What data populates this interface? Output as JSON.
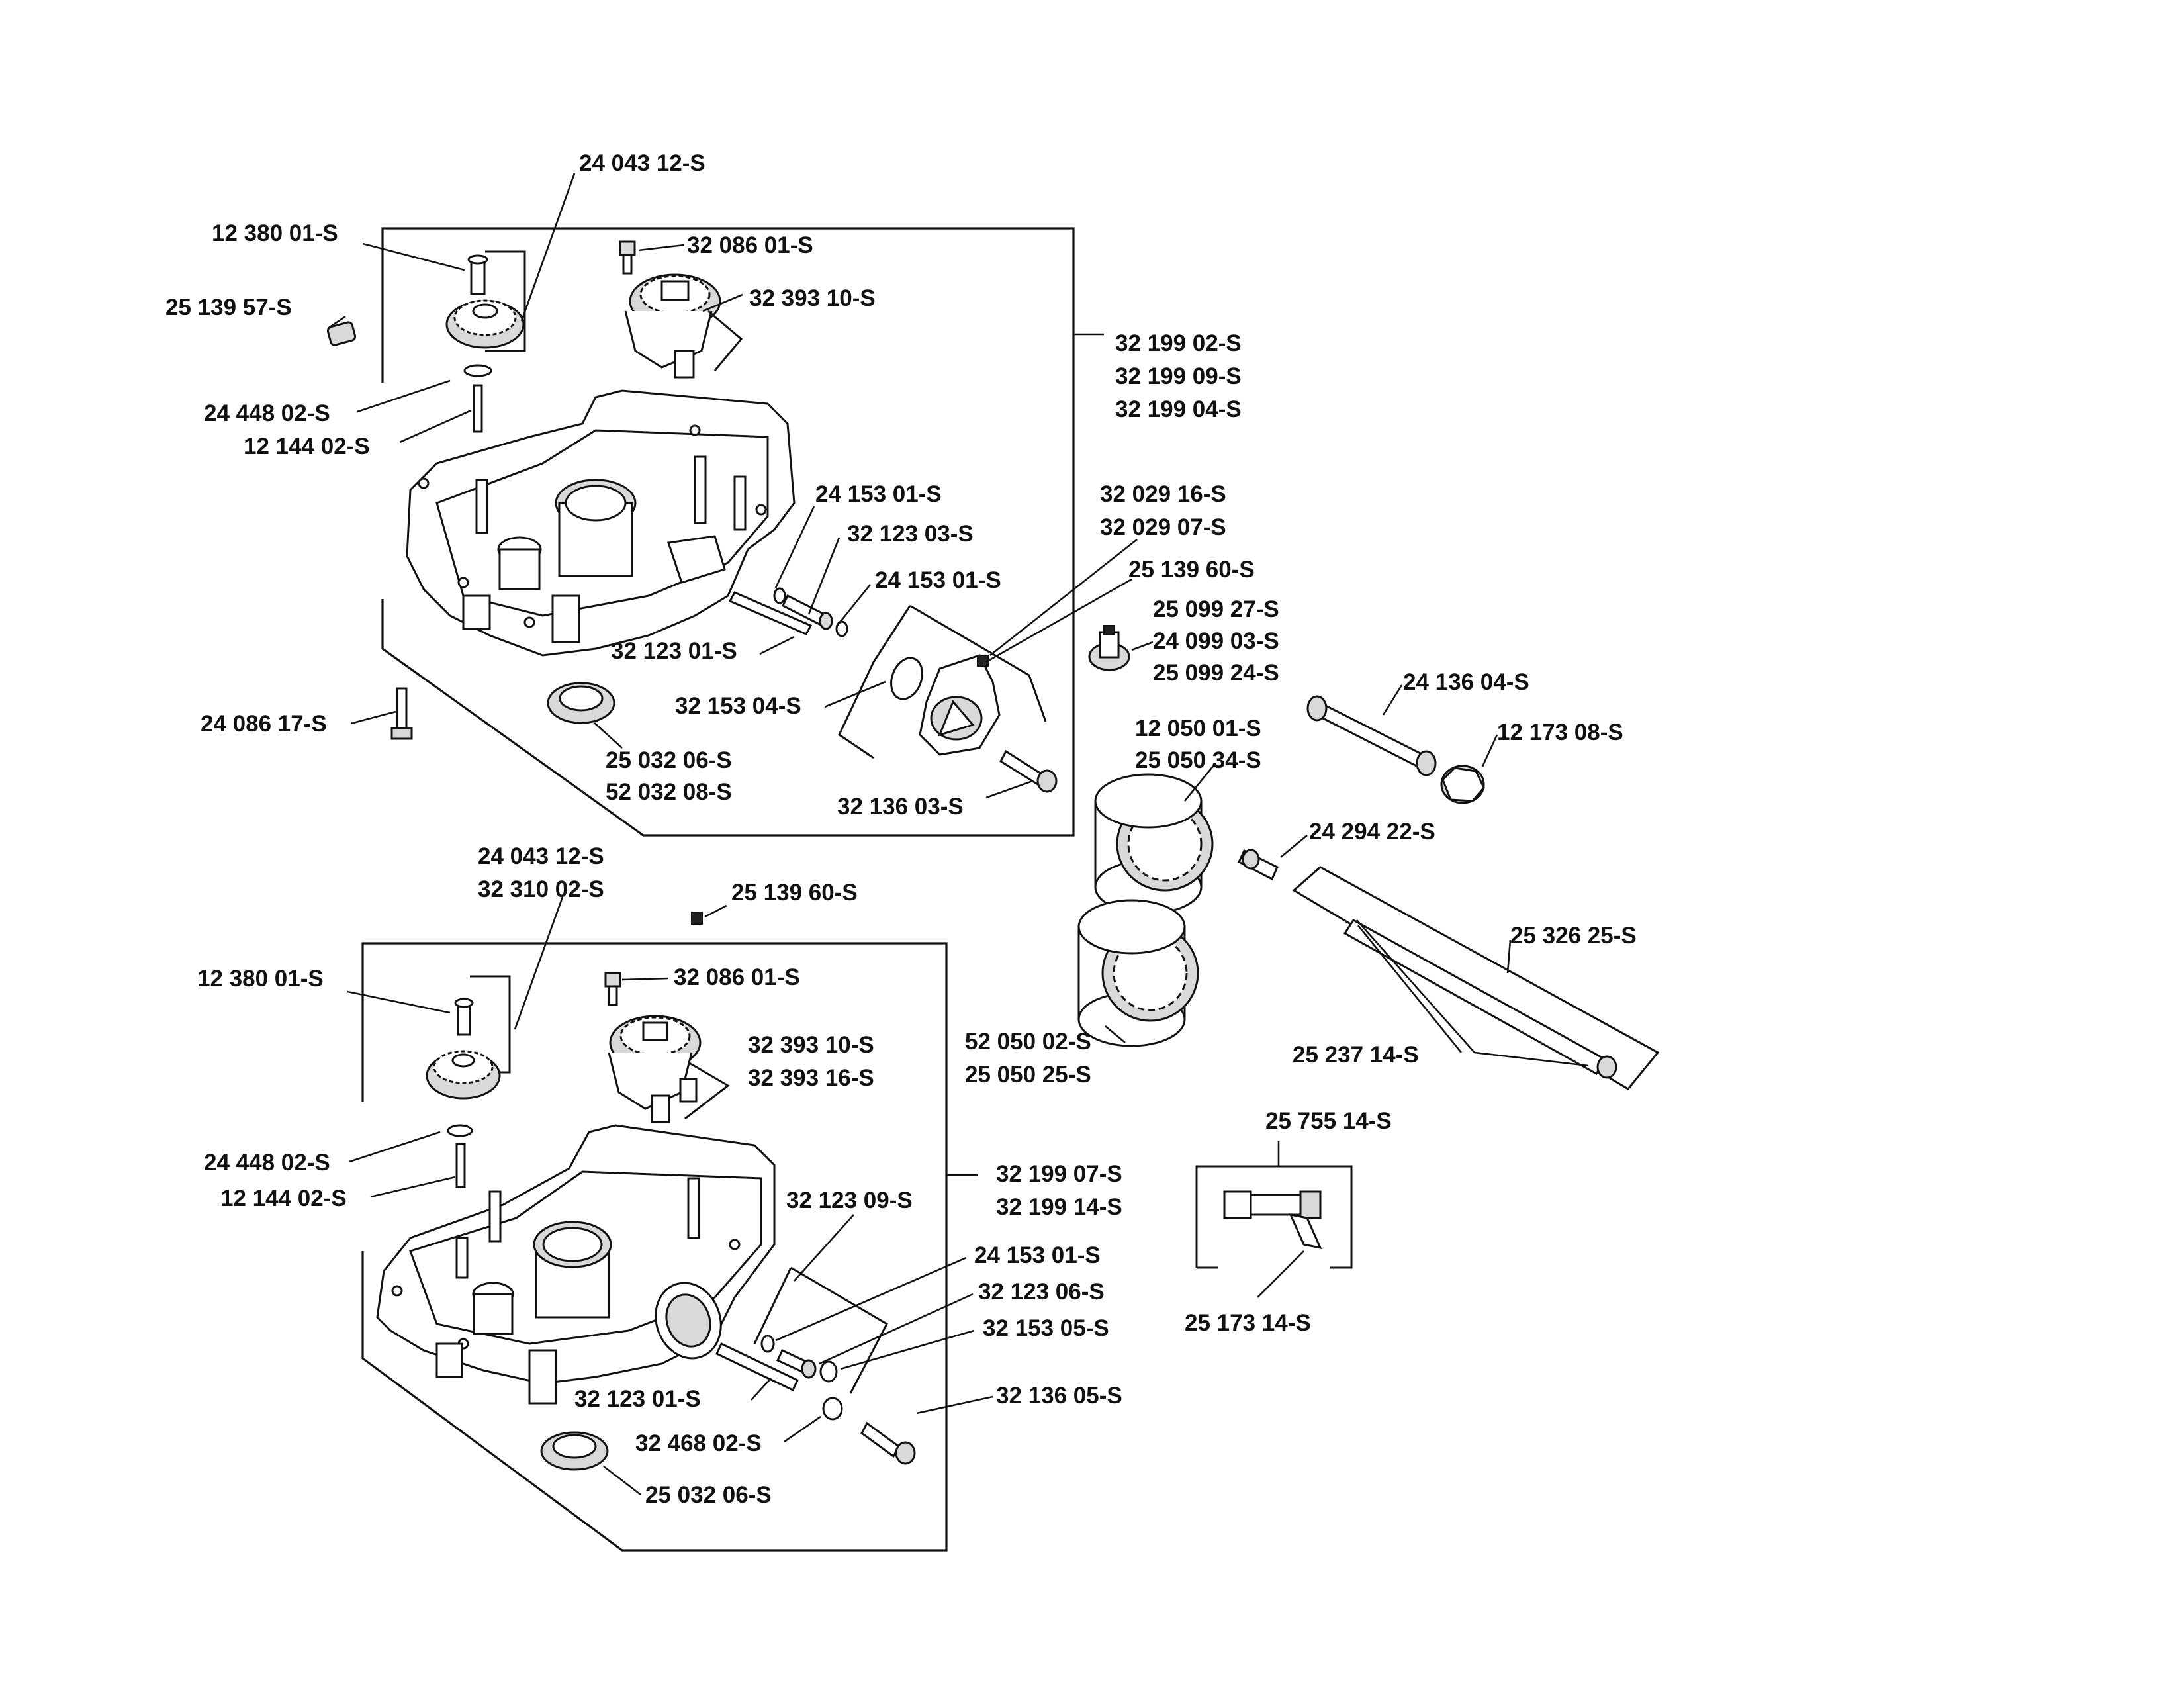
{
  "upper_assembly": {
    "group_ids": [
      "32 199 02-S",
      "32 199 09-S",
      "32 199 04-S"
    ],
    "gear_ids": [
      "24 043 12-S"
    ],
    "pin": "12 380 01-S",
    "plug": "25 139 57-S",
    "bolt": "32 086 01-S",
    "governor": "32 393 10-S",
    "washer": "24 448 02-S",
    "shaft_pin": "12 144 02-S",
    "oring_a": "24 153 01-S",
    "tube_a": "32 123 03-S",
    "oring_b": "24 153 01-S",
    "tube_b": "32 123 01-S",
    "pump_gasket": "32 153 04-S",
    "bolt_side": "24 086 17-S",
    "seal_ids": [
      "25 032 06-S",
      "52 032 08-S"
    ],
    "adapter": "32 136 03-S"
  },
  "lower_assembly": {
    "group_ids": [
      "32 199 07-S",
      "32 199 14-S"
    ],
    "gear_ids": [
      "24 043 12-S",
      "32 310 02-S"
    ],
    "plug": "25 139 60-S",
    "pin": "12 380 01-S",
    "bolt": "32 086 01-S",
    "governor_ids": [
      "32 393 10-S",
      "32 393 16-S"
    ],
    "washer": "24 448 02-S",
    "shaft_pin": "12 144 02-S",
    "kit": "32 123 09-S",
    "oring": "24 153 01-S",
    "tube_a": "32 123 06-S",
    "gasket": "32 153 05-S",
    "tube_b": "32 123 01-S",
    "washer_b": "32 468 02-S",
    "seal": "25 032 06-S",
    "adapter": "32 136 05-S"
  },
  "pump": {
    "ids": [
      "32 029 16-S",
      "32 029 07-S"
    ],
    "plug": "25 139 60-S"
  },
  "sender": {
    "ids": [
      "25 099 27-S",
      "24 099 03-S",
      "25 099 24-S"
    ]
  },
  "drain_tube": {
    "id": "24 136 04-S",
    "cap": "12 173 08-S"
  },
  "filter_upper": {
    "ids": [
      "12 050 01-S",
      "25 050 34-S"
    ]
  },
  "filter_lower": {
    "ids": [
      "52 050 02-S",
      "25 050 25-S"
    ]
  },
  "fitting": "24 294 22-S",
  "hose": {
    "id": "25 326 25-S",
    "clamp": "25 237 14-S"
  },
  "valve": {
    "id": "25 755 14-S",
    "clip": "25 173 14-S"
  }
}
